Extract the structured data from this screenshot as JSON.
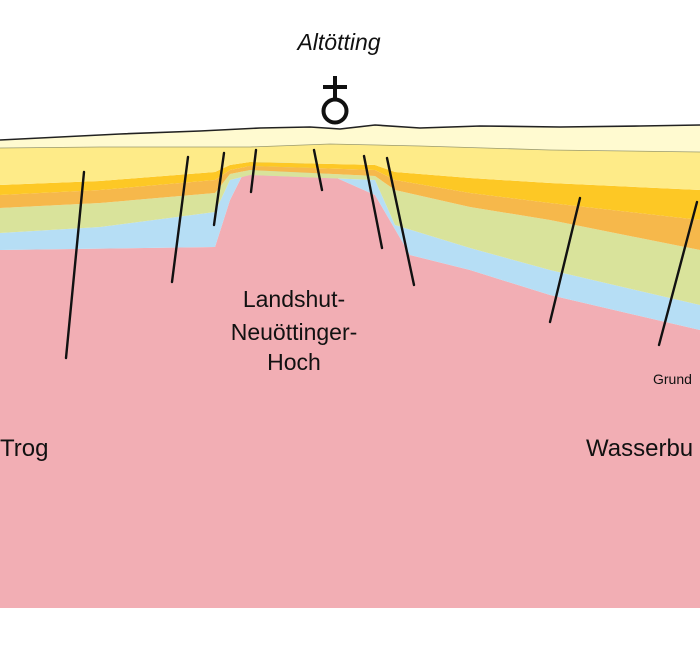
{
  "location": {
    "name": "Altötting",
    "symbol": "♁"
  },
  "labels": {
    "high_line1": "Landshut-",
    "high_line2": "Neuöttinger-",
    "high_line3": "Hoch",
    "left_basin": "Trog",
    "right_basin": "Wasserbu",
    "small_right": "Grund"
  },
  "colors": {
    "basement": "#f2aeb4",
    "top_cover": "#fffad0",
    "upper_yellow": "#feeb88",
    "orange": "#f6b84b",
    "dark_yellow": "#fdc825",
    "green": "#d9e39b",
    "blue": "#b6def5",
    "fault": "#111111"
  }
}
